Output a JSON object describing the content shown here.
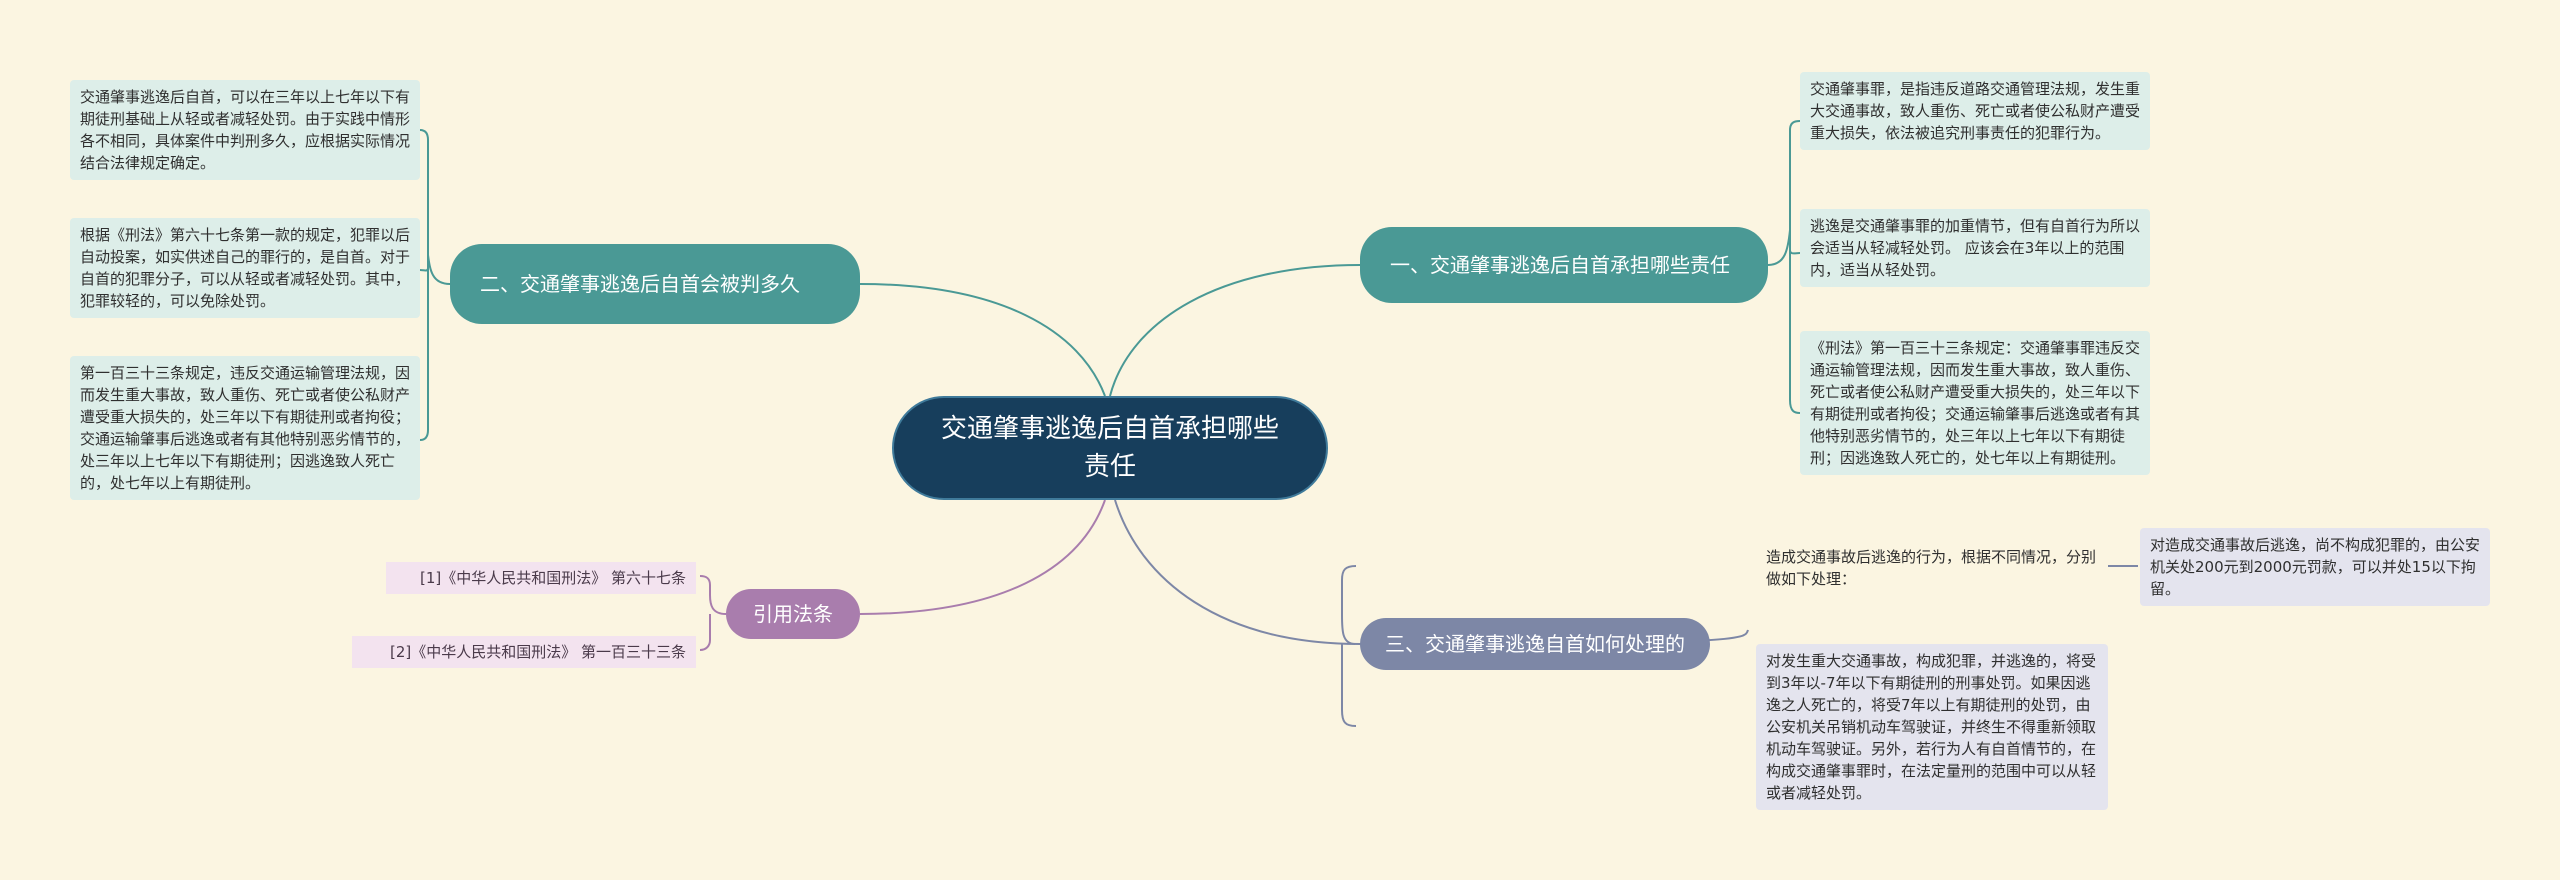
{
  "root": {
    "label": "交通肇事逃逸后自首承担哪些责任"
  },
  "branches": [
    {
      "label": "一、交通肇事逃逸后自首承担哪些责任",
      "leaves": [
        "交通肇事罪，是指违反道路交通管理法规，发生重大交通事故，致人重伤、死亡或者使公私财产遭受重大损失，依法被追究刑事责任的犯罪行为。",
        "逃逸是交通肇事罪的加重情节，但有自首行为所以会适当从轻减轻处罚。 应该会在3年以上的范围内，适当从轻处罚。",
        "《刑法》第一百三十三条规定：交通肇事罪违反交通运输管理法规，因而发生重大事故，致人重伤、死亡或者使公私财产遭受重大损失的，处三年以下有期徒刑或者拘役；交通运输肇事后逃逸或者有其他特别恶劣情节的，处三年以上七年以下有期徒刑；因逃逸致人死亡的，处七年以上有期徒刑。"
      ]
    },
    {
      "label": "二、交通肇事逃逸后自首会被判多久",
      "leaves": [
        "交通肇事逃逸后自首，可以在三年以上七年以下有期徒刑基础上从轻或者减轻处罚。由于实践中情形各不相同，具体案件中判刑多久，应根据实际情况结合法律规定确定。",
        "根据《刑法》第六十七条第一款的规定，犯罪以后自动投案，如实供述自己的罪行的，是自首。对于自首的犯罪分子，可以从轻或者减轻处罚。其中，犯罪较轻的，可以免除处罚。",
        "第一百三十三条规定，违反交通运输管理法规，因而发生重大事故，致人重伤、死亡或者使公私财产遭受重大损失的，处三年以下有期徒刑或者拘役；交通运输肇事后逃逸或者有其他特别恶劣情节的，处三年以上七年以下有期徒刑；因逃逸致人死亡的，处七年以上有期徒刑。"
      ]
    },
    {
      "label": "三、交通肇事逃逸自首如何处理的",
      "sub_label": "造成交通事故后逃逸的行为，根据不同情况，分别做如下处理：",
      "sub_leaf": "对造成交通事故后逃逸，尚不构成犯罪的，由公安机关处200元到2000元罚款，可以并处15以下拘留。",
      "leaf": "对发生重大交通事故，构成犯罪，并逃逸的，将受到3年以-7年以下有期徒刑的刑事处罚。如果因逃逸之人死亡的，将受7年以上有期徒刑的处罚，由公安机关吊销机动车驾驶证，并终生不得重新领取机动车驾驶证。另外，若行为人有自首情节的，在构成交通肇事罪时，在法定量刑的范围中可以从轻或者减轻处罚。"
    },
    {
      "label": "引用法条",
      "leaves": [
        "[1]《中华人民共和国刑法》 第六十七条",
        "[2]《中华人民共和国刑法》 第一百三十三条"
      ]
    }
  ],
  "colors": {
    "background": "#fbf5e1",
    "root": "#173e5c",
    "teal_branch": "#4a9995",
    "slate_branch": "#7d87a6",
    "purple_branch": "#a97dad"
  }
}
